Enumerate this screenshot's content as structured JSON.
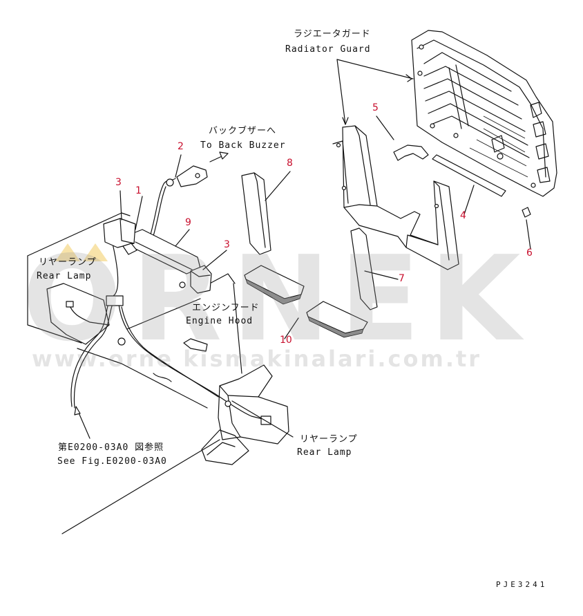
{
  "diagram": {
    "part_numbers": [
      "1",
      "2",
      "3",
      "3",
      "4",
      "5",
      "6",
      "7",
      "8",
      "9",
      "10"
    ],
    "callouts": {
      "radiator_guard": {
        "ja": "ラジエータガード",
        "en": "Radiator Guard"
      },
      "back_buzzer": {
        "ja": "バックブザーへ",
        "en": "To Back Buzzer"
      },
      "rear_lamp_left": {
        "ja": "リヤーランプ",
        "en": "Rear Lamp"
      },
      "engine_hood": {
        "ja": "エンジンフード",
        "en": "Engine Hood"
      },
      "see_fig": {
        "ja": "第E0200-03A0 図参照",
        "en": "See Fig.E0200-03A0"
      },
      "rear_lamp_right": {
        "ja": "リヤーランプ",
        "en": "Rear Lamp"
      }
    },
    "drawing_code": "PJE3241"
  },
  "watermark": {
    "brand": "ORNEK",
    "url": "www.orne kismakinalari.com.tr"
  },
  "colors": {
    "part_number": "#c8102e",
    "line": "#111111",
    "watermark": "#969696",
    "logo_accent": "#f0c040"
  }
}
